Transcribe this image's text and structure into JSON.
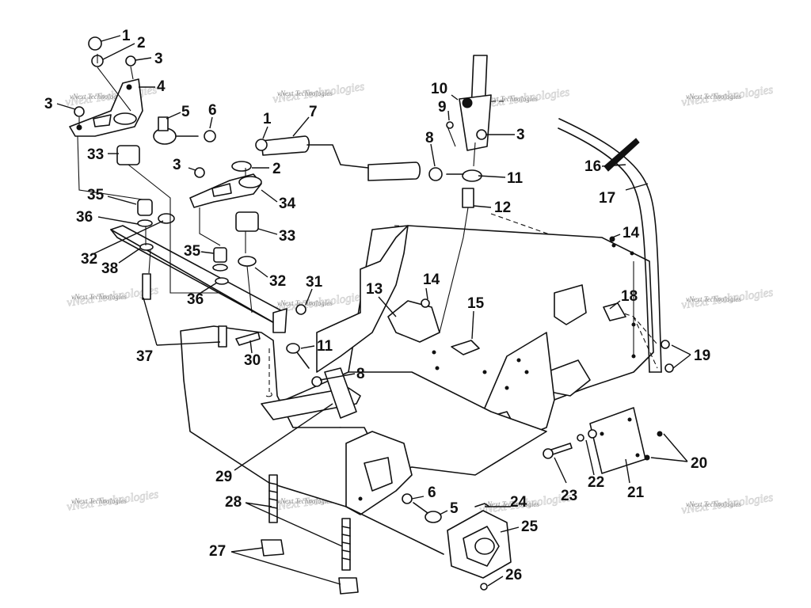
{
  "diagram": {
    "watermark_text": "vNext Technologies",
    "callouts": [
      {
        "id": "c1a",
        "label": "1"
      },
      {
        "id": "c2a",
        "label": "2"
      },
      {
        "id": "c3a",
        "label": "3"
      },
      {
        "id": "c4",
        "label": "4"
      },
      {
        "id": "c3b",
        "label": "3"
      },
      {
        "id": "c5a",
        "label": "5"
      },
      {
        "id": "c6a",
        "label": "6"
      },
      {
        "id": "c1b",
        "label": "1"
      },
      {
        "id": "c7",
        "label": "7"
      },
      {
        "id": "c33a",
        "label": "33"
      },
      {
        "id": "c3c",
        "label": "3"
      },
      {
        "id": "c2b",
        "label": "2"
      },
      {
        "id": "c34",
        "label": "34"
      },
      {
        "id": "c35a",
        "label": "35"
      },
      {
        "id": "c36a",
        "label": "36"
      },
      {
        "id": "c33b",
        "label": "33"
      },
      {
        "id": "c32a",
        "label": "32"
      },
      {
        "id": "c38",
        "label": "38"
      },
      {
        "id": "c35b",
        "label": "35"
      },
      {
        "id": "c32b",
        "label": "32"
      },
      {
        "id": "c36b",
        "label": "36"
      },
      {
        "id": "c31",
        "label": "31"
      },
      {
        "id": "c37",
        "label": "37"
      },
      {
        "id": "c30",
        "label": "30"
      },
      {
        "id": "c11a",
        "label": "11"
      },
      {
        "id": "c8a",
        "label": "8"
      },
      {
        "id": "c10",
        "label": "10"
      },
      {
        "id": "c9",
        "label": "9"
      },
      {
        "id": "c3d",
        "label": "3"
      },
      {
        "id": "c8b",
        "label": "8"
      },
      {
        "id": "c11b",
        "label": "11"
      },
      {
        "id": "c12",
        "label": "12"
      },
      {
        "id": "c16",
        "label": "16"
      },
      {
        "id": "c17",
        "label": "17"
      },
      {
        "id": "c14a",
        "label": "14"
      },
      {
        "id": "c14b",
        "label": "14"
      },
      {
        "id": "c13",
        "label": "13"
      },
      {
        "id": "c15",
        "label": "15"
      },
      {
        "id": "c18",
        "label": "18"
      },
      {
        "id": "c19",
        "label": "19"
      },
      {
        "id": "c20",
        "label": "20"
      },
      {
        "id": "c21",
        "label": "21"
      },
      {
        "id": "c22",
        "label": "22"
      },
      {
        "id": "c23",
        "label": "23"
      },
      {
        "id": "c29",
        "label": "29"
      },
      {
        "id": "c28",
        "label": "28"
      },
      {
        "id": "c27",
        "label": "27"
      },
      {
        "id": "c6b",
        "label": "6"
      },
      {
        "id": "c5b",
        "label": "5"
      },
      {
        "id": "c24",
        "label": "24"
      },
      {
        "id": "c25",
        "label": "25"
      },
      {
        "id": "c26",
        "label": "26"
      }
    ]
  }
}
